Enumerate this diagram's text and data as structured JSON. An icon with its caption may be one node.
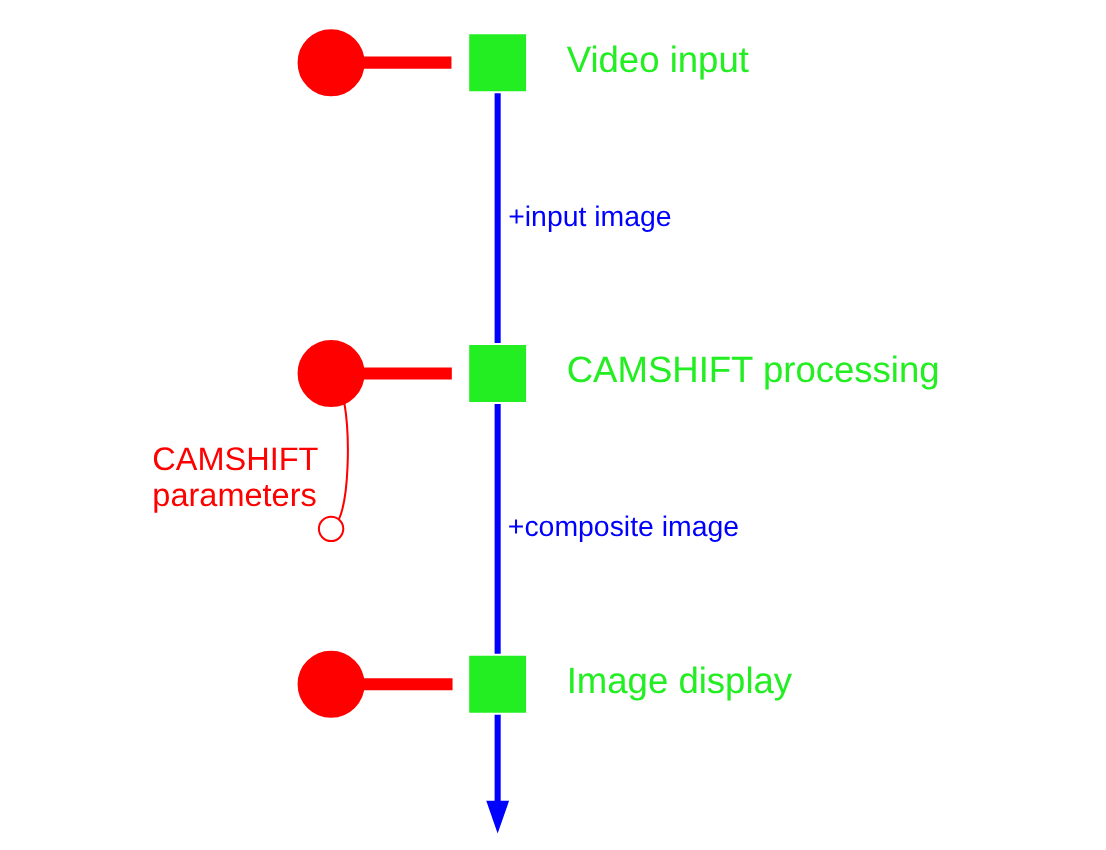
{
  "diagram": {
    "nodes": [
      {
        "text": [],
        "shape": "circle"
      },
      {
        "text": [],
        "shape": "box",
        "beside": [
          "Video input"
        ]
      },
      {
        "text": [],
        "shape": "circle"
      },
      {
        "text": [],
        "shape": "box",
        "beside": [
          "CAMSHIFT processing"
        ]
      },
      {
        "text": [],
        "shape": "circle",
        "beside": [
          "CAMSHIFT parameters"
        ]
      },
      {
        "text": [],
        "shape": "circle"
      },
      {
        "text": [],
        "shape": "box",
        "beside": [
          "Image display"
        ]
      }
    ],
    "edges": [
      {
        "from": 0,
        "to": 1,
        "arrow": "none",
        "style": "thick",
        "color": "#ff0000"
      },
      {
        "from": 1,
        "to": 3,
        "arrow": "none",
        "label": "+input image",
        "color": "#0000ff"
      },
      {
        "from": 2,
        "to": 3,
        "arrow": "none",
        "style": "thick",
        "color": "#ff0000"
      },
      {
        "from": 4,
        "to": 2,
        "arrow": "none",
        "color": "#ff0000"
      },
      {
        "from": 3,
        "to": 6,
        "arrow": "none",
        "label": "+composite image",
        "color": "#0000ff"
      },
      {
        "from": 5,
        "to": 6,
        "arrow": "none",
        "style": "thick",
        "color": "#ff0000"
      },
      {
        "from": 6,
        "to": null,
        "arrow": "to",
        "color": "#0000ff"
      }
    ]
  }
}
